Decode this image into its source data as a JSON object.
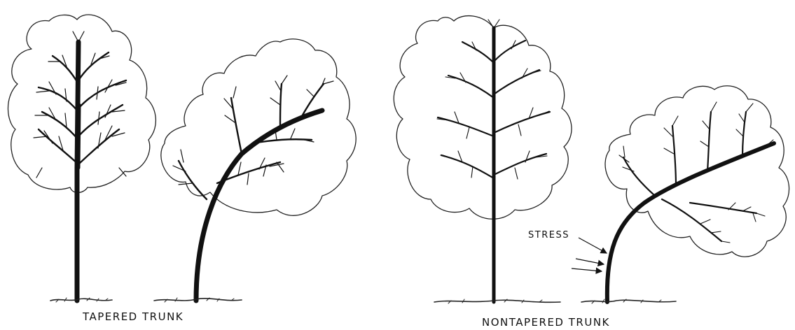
{
  "figure": {
    "labels": {
      "left_caption": "TAPERED    TRUNK",
      "right_caption": "NONTAPERED  TRUNK",
      "stress": "STRESS"
    }
  }
}
